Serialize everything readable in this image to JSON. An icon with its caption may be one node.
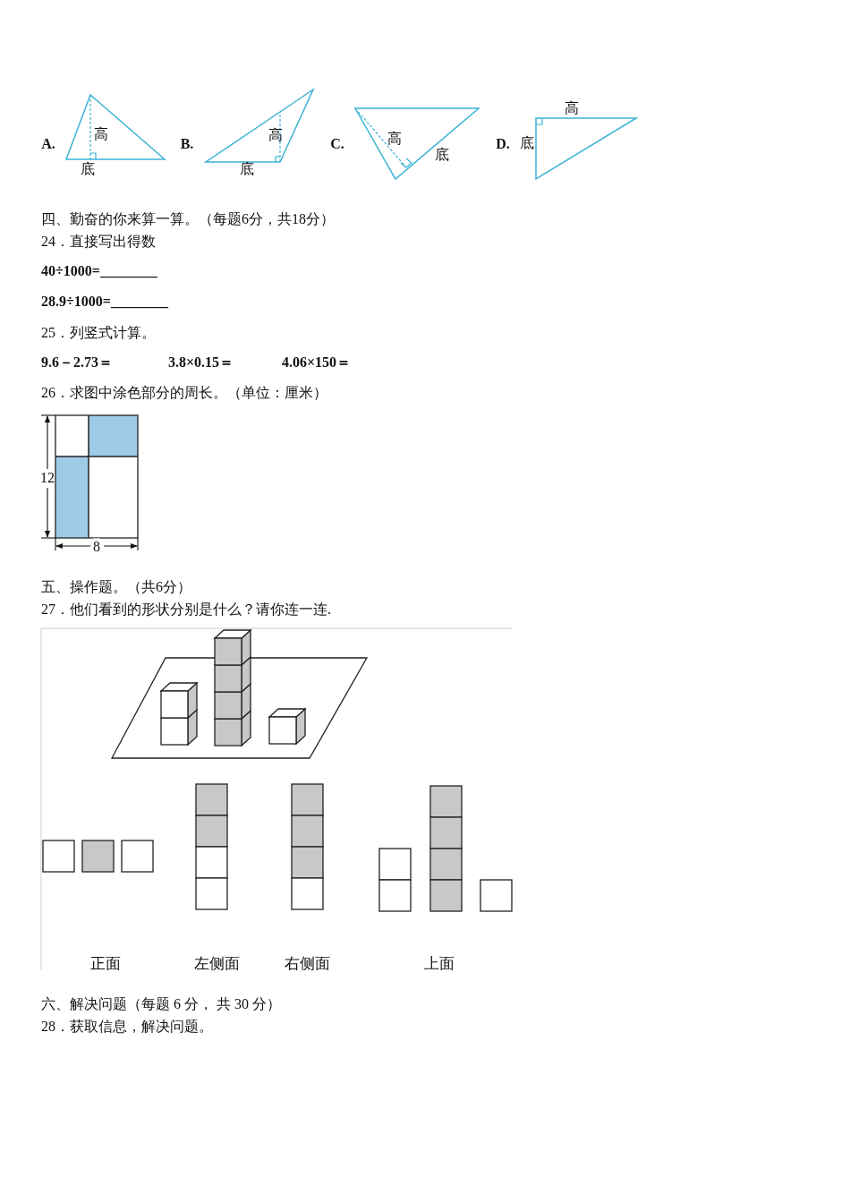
{
  "diagram": {
    "labels": [
      "A.",
      "高",
      "底",
      "B.",
      "高",
      "底",
      "C.",
      "高",
      "底",
      "D.",
      "高",
      "底",
      "四、勤奋的你来算一算。（每题6分，共18分）",
      "24．直接写出得数",
      "40÷1000=________",
      "28.9÷1000=________",
      "25．列竖式计算。",
      "9.6－2.73＝",
      "3.8×0.15＝",
      "4.06×150＝",
      "26．求图中涂色部分的周长。（单位：厘米）",
      "12",
      "8",
      "五、操作题。（共6分）",
      "27．他们看到的形状分别是什么？请你连一连.",
      "正面",
      "左侧面",
      "右侧面",
      "上面",
      "六、解决问题（每题 6 分， 共 30 分）",
      "28．获取信息，解决问题。"
    ]
  }
}
